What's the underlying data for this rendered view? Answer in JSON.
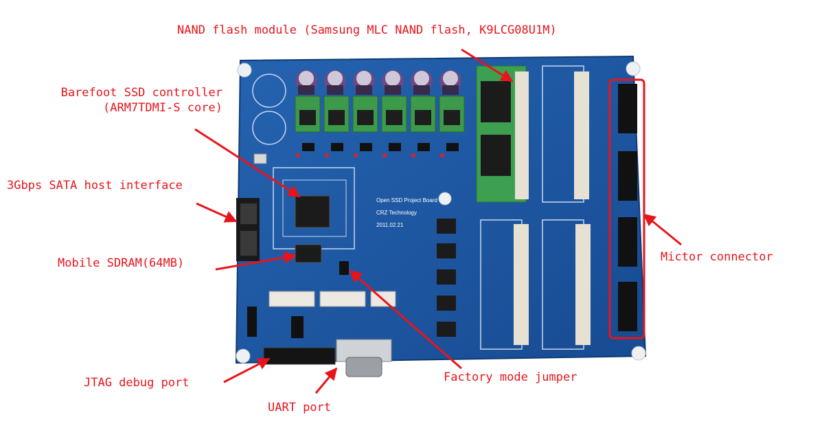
{
  "labels": {
    "nand": "NAND flash module (Samsung MLC NAND flash, K9LCG08U1M)",
    "controller_line1": "Barefoot SSD controller",
    "controller_line2": "(ARM7TDMI-S core)",
    "sata": "3Gbps SATA host interface",
    "sdram": "Mobile SDRAM(64MB)",
    "jtag": "JTAG debug port",
    "uart": "UART port",
    "factory": "Factory mode jumper",
    "mictor": "Mictor connector"
  },
  "board_text": {
    "title": "Open SSD Project Board",
    "company": "CRZ Technology",
    "date": "2011.02.21"
  },
  "colors": {
    "annotation": "#e8141b",
    "board": "#1f5aa6",
    "board_dark": "#174a8c"
  }
}
